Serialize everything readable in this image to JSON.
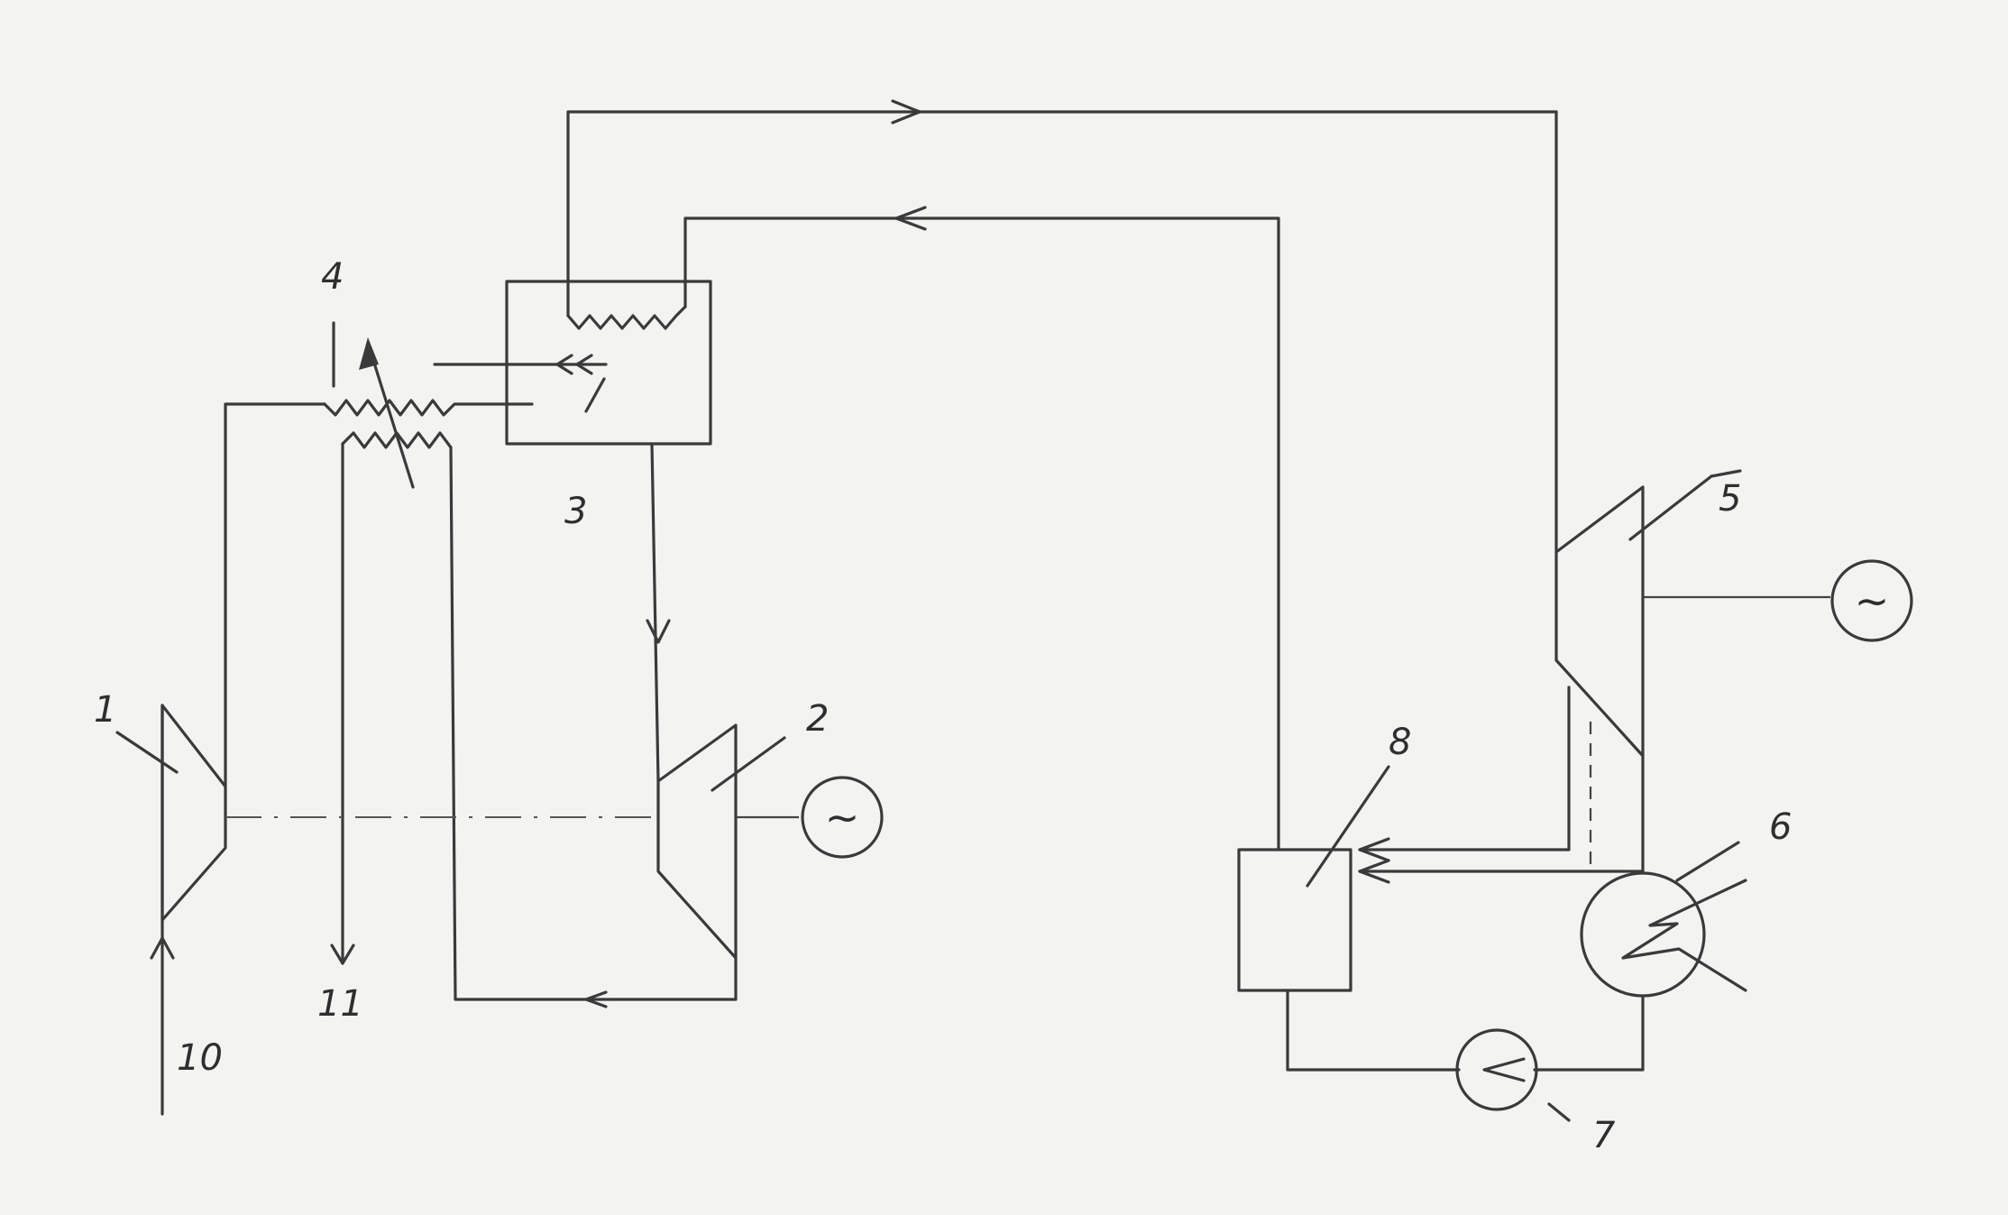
{
  "labels": {
    "compressor": "1",
    "gas_turbine": "2",
    "combustion_chamber": "3",
    "recuperator": "4",
    "steam_turbine": "5",
    "boiler": "6",
    "pump": "7",
    "condenser": "8",
    "air_inlet": "10",
    "exhaust_outlet": "11"
  },
  "generator_symbol": "~",
  "icons": [
    "generator-icon",
    "pump-icon",
    "arrow-icon",
    "coil-icon"
  ],
  "colors": {
    "ink": "#3a3a3a",
    "paper": "#f3f3f1"
  }
}
